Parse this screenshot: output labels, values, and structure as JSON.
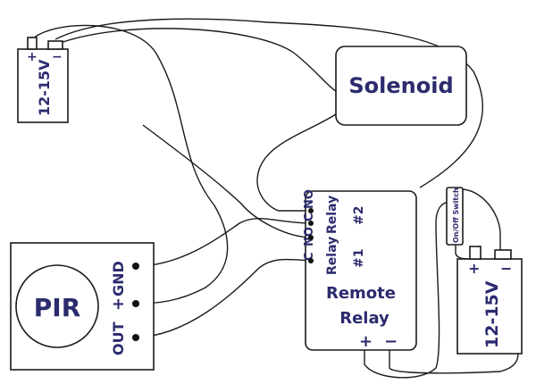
{
  "diagram": {
    "battery_left": {
      "voltage": "12-15V",
      "plus": "+",
      "minus": "−"
    },
    "solenoid": {
      "label": "Solenoid"
    },
    "pir": {
      "label": "PIR",
      "pins": {
        "gnd": "GND",
        "plus": "+",
        "out": "OUT"
      }
    },
    "relay": {
      "contacts": {
        "c": "C",
        "no": "NO",
        "c2": "C",
        "no2": "NO"
      },
      "relay2_line1": "Relay",
      "relay2_line2": "#2",
      "relay1_line1": "Relay",
      "relay1_line2": "#1",
      "title_line1": "Remote",
      "title_line2": "Relay",
      "terminals": {
        "plus": "+",
        "minus": "−"
      }
    },
    "switch": {
      "label": "On/Off Switch"
    },
    "battery_right": {
      "voltage": "12-15V",
      "plus": "+",
      "minus": "−"
    }
  },
  "colors": {
    "text": "#2b2b6e",
    "lines": "#1a1a1a",
    "background": "#ffffff"
  }
}
